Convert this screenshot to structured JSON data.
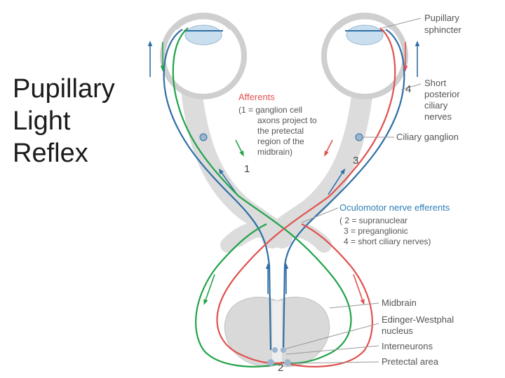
{
  "title": {
    "line1": "Pupillary",
    "line2": "Light",
    "line3": "Reflex"
  },
  "diagram": {
    "labels": {
      "pupillary_sphincter": [
        "Pupillary",
        "sphincter"
      ],
      "short_posterior_ciliary_nerves": [
        "Short",
        "posterior",
        "ciliary",
        "nerves"
      ],
      "ciliary_ganglion": "Ciliary ganglion",
      "afferents_heading": "Afferents",
      "afferents_desc": [
        "(1 = ganglion cell",
        "axons project to",
        "the pretectal",
        "region of the",
        "midbrain)"
      ],
      "efferents_heading": "Oculomotor nerve efferents",
      "efferents_desc": [
        "( 2 = supranuclear",
        "3 = preganglionic",
        "4 = short ciliary nerves)"
      ],
      "midbrain": "Midbrain",
      "edinger_westphal": [
        "Edinger-Westphal",
        "nucleus"
      ],
      "interneurons": "Interneurons",
      "pretectal_area": "Pretectal area"
    },
    "numbers": {
      "n1": "1",
      "n2": "2",
      "n3": "3",
      "n4": "4"
    },
    "colors": {
      "afferent_green": "#22a34a",
      "pretectal_red": "#e0524f",
      "efferent_blue": "#2f6ea6",
      "nerve_gray": "#dcdcdc",
      "midbrain_gray": "#d9d9d9",
      "callout_line": "#999999"
    }
  }
}
